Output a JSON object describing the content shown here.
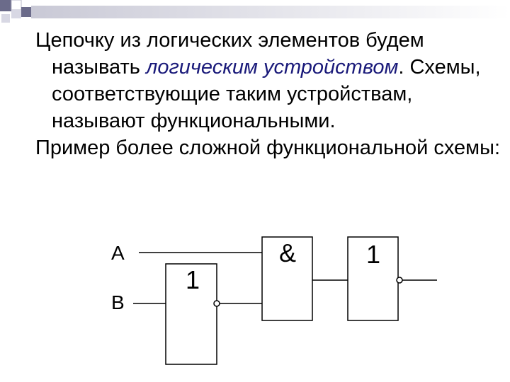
{
  "slide": {
    "paragraph1": {
      "part1": "Цепочку из логических элементов будем называть ",
      "emphasis": "логическим устройством",
      "part2": ". Схемы, соответствующие таким устройствам, называют функциональными."
    },
    "paragraph2": "Пример более сложной функциональной схемы:"
  },
  "circuit": {
    "input_a": "A",
    "input_b": "B",
    "gate1_symbol": "1",
    "gate2_symbol": "&",
    "gate3_symbol": "1"
  },
  "colors": {
    "emphasis": "#1a1a7a",
    "deco_dark": "#6b6b8a",
    "deco_light": "#d8d8e4"
  }
}
